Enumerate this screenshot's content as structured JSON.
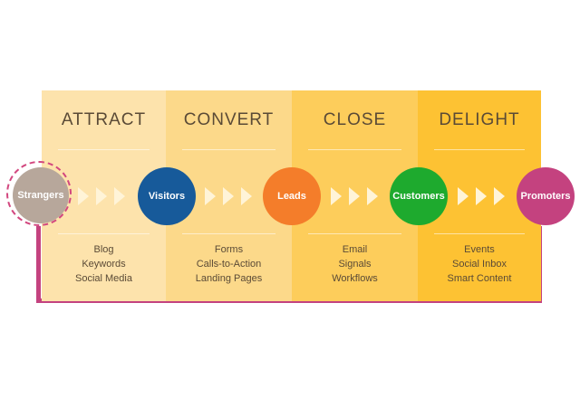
{
  "stages": [
    {
      "title": "ATTRACT",
      "items": [
        "Blog",
        "Keywords",
        "Social Media"
      ]
    },
    {
      "title": "CONVERT",
      "items": [
        "Forms",
        "Calls-to-Action",
        "Landing Pages"
      ]
    },
    {
      "title": "CLOSE",
      "items": [
        "Email",
        "Signals",
        "Workflows"
      ]
    },
    {
      "title": "DELIGHT",
      "items": [
        "Events",
        "Social Inbox",
        "Smart Content"
      ]
    }
  ],
  "nodes": [
    {
      "label": "Strangers",
      "color": "#b7a79b"
    },
    {
      "label": "Visitors",
      "color": "#175a9a"
    },
    {
      "label": "Leads",
      "color": "#f47d2a"
    },
    {
      "label": "Customers",
      "color": "#1eaa2e"
    },
    {
      "label": "Promoters",
      "color": "#c4427f"
    }
  ],
  "colors": {
    "loop": "#c4427f",
    "stage_backgrounds": [
      "#fde3ac",
      "#fcd98a",
      "#fdcd5b",
      "#fdc233"
    ],
    "chevron": "#fff4d8"
  }
}
